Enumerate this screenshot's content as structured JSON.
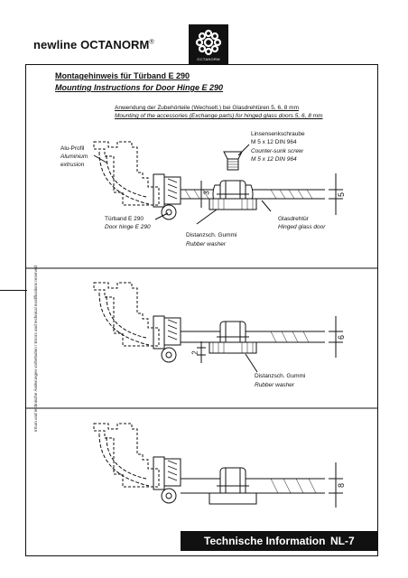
{
  "header": {
    "brand": "newline OCTANORM",
    "brand_mark": "®",
    "logo_text": "OCTANORM"
  },
  "side_note": "Irrtum und technische Änderungen vorbehalten / Errors and technical modifications reserved",
  "title": {
    "de": "Montagehinweis für Türband E 290",
    "en": "Mounting Instructions for Door Hinge E 290"
  },
  "subtitle": {
    "de": "Anwendung der Zubehörteile (Wechselt.) bei Glasdrehtüren 5, 6, 8 mm",
    "en": "Mounting of the accessories (Exchange parts) for hinged glass doors 5, 6, 8 mm"
  },
  "labels": {
    "alu_de": "Alu-Profil",
    "alu_en1": "Aluminium",
    "alu_en2": "extrusion",
    "screw_de1": "Linsensenkschraube",
    "screw_de2": "M 5 x 12 DIN 964",
    "screw_en1": "Counter-sunk screw",
    "screw_en2": "M 5 x 12 DIN 964",
    "hinge_de": "Türband E 290",
    "hinge_en": "Door hinge E 290",
    "washer1_de": "Distanzsch. Gummi",
    "washer1_en": "Rubber washer",
    "door_de": "Glasdrehtür",
    "door_en": "Hinged glass door",
    "washer2_de": "Distanzsch. Gummi",
    "washer2_en": "Rubber washer"
  },
  "dimensions": {
    "d1_thickness": "5",
    "d1_gap": "3",
    "d2_thickness": "6",
    "d2_gap": "2",
    "d3_thickness": "8"
  },
  "footer": {
    "label": "Technische Information",
    "page": "NL-7"
  }
}
